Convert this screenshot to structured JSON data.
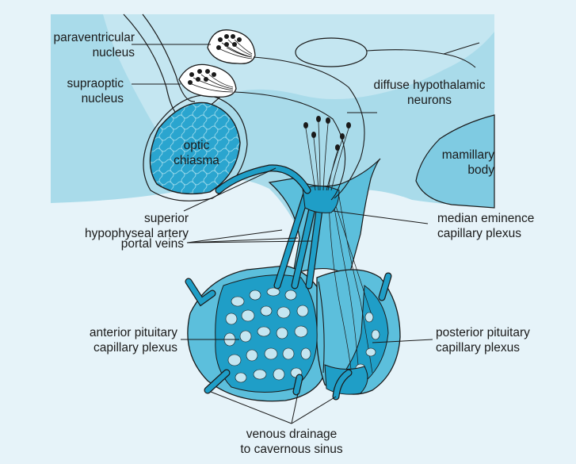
{
  "colors": {
    "background": "#e6f3f9",
    "brain_fill": "#a9dbea",
    "gland_fill": "#5cbfdc",
    "vessel": "#1f9ec7",
    "outline": "#1a1a1a"
  },
  "labels": {
    "paraventricular": [
      "paraventricular",
      "nucleus"
    ],
    "supraoptic": [
      "supraoptic",
      "nucleus"
    ],
    "diffuse": [
      "diffuse hypothalamic",
      "neurons"
    ],
    "optic_chiasma": [
      "optic",
      "chiasma"
    ],
    "mamillary": [
      "mamillary",
      "body"
    ],
    "superior_artery": [
      "superior",
      "hypophyseal artery"
    ],
    "median_eminence": [
      "median eminence",
      "capillary plexus"
    ],
    "portal_veins": [
      "portal veins"
    ],
    "anterior_plexus": [
      "anterior pituitary",
      "capillary plexus"
    ],
    "posterior_plexus": [
      "posterior pituitary",
      "capillary plexus"
    ],
    "venous_drainage": [
      "venous drainage",
      "to cavernous sinus"
    ]
  }
}
